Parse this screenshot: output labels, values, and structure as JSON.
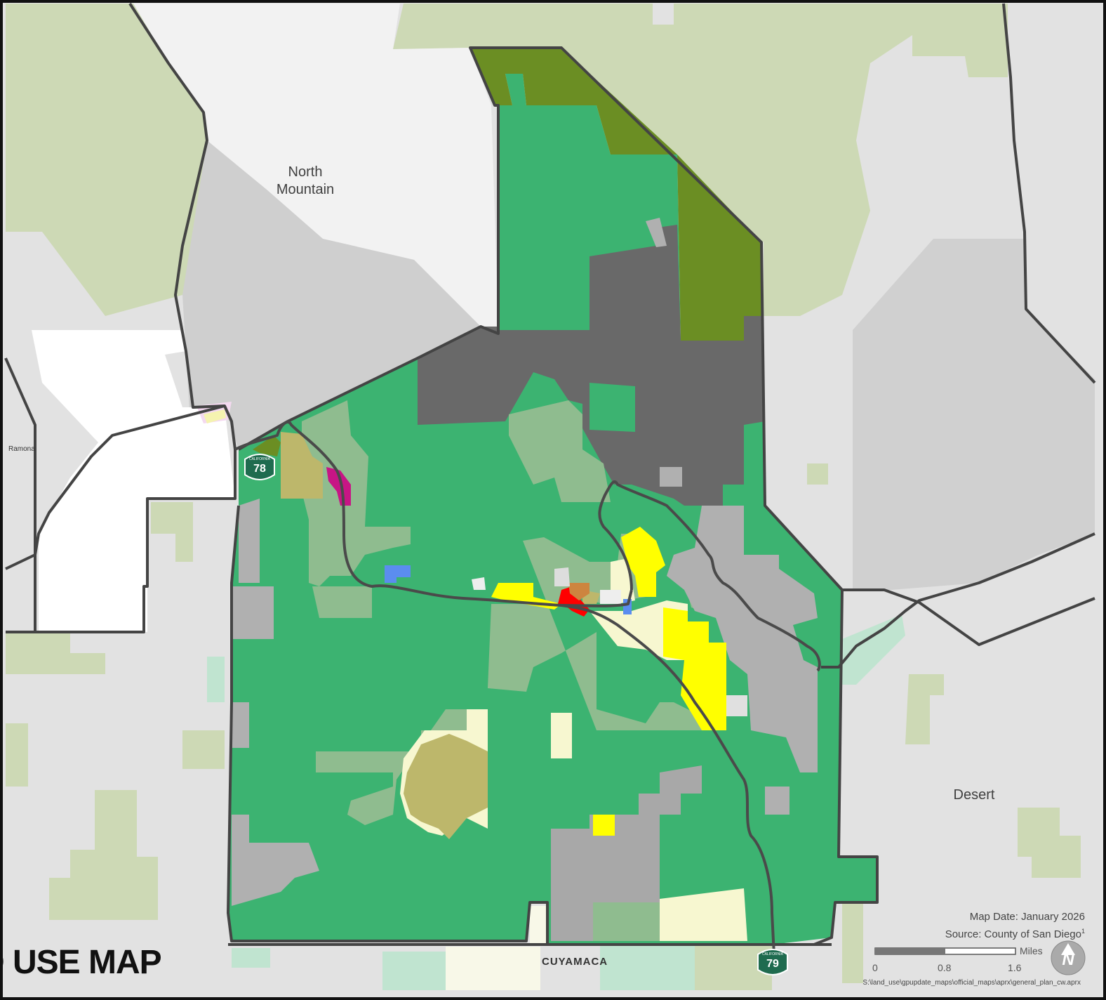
{
  "map_title": "D USE MAP",
  "places": {
    "north_mountain_line1": "North",
    "north_mountain_line2": "Mountain",
    "desert": "Desert",
    "ramona": "Ramona",
    "cuyamaca": "CUYAMACA"
  },
  "highways": {
    "sr78": "78",
    "sr79": "79",
    "shield_text": "CALIFORNIA"
  },
  "credits": {
    "map_date": "Map Date: January 2026",
    "source": "Source: County of San Diego",
    "source_sup": "1",
    "file_path": "S:\\land_use\\gpupdate_maps\\official_maps\\aprx\\general_plan_cw.aprx"
  },
  "scale_bar": {
    "unit": "Miles",
    "ticks": [
      "0",
      "0.8",
      "1.6"
    ]
  },
  "north_arrow_letter": "N",
  "colors": {
    "rural_lands_green": "#3cb371",
    "semi_rural_green": "#8fbc8f",
    "open_space_dark": "#6b8e23",
    "public_agency": "#696969",
    "tribal_gray": "#b0b0b0",
    "village_residential": "#ffff00",
    "commercial": "#ff0000",
    "outside_area": "#e2e2e2"
  }
}
